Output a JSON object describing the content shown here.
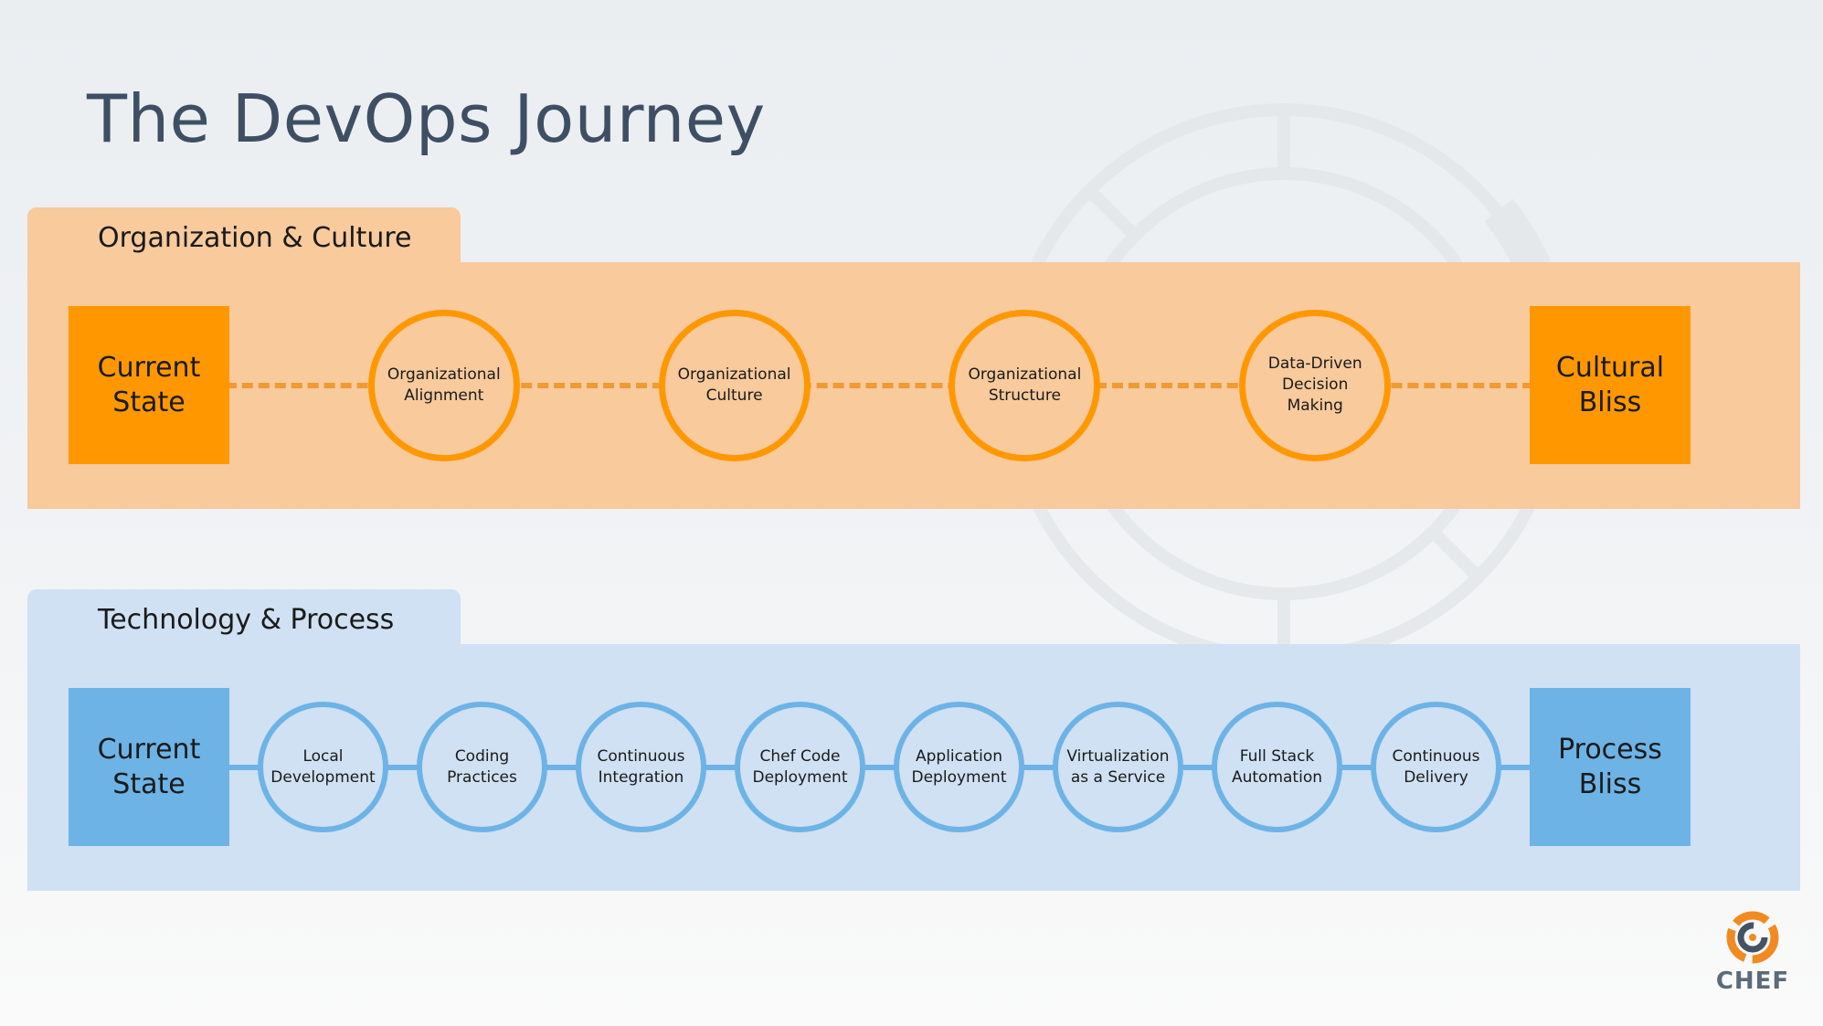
{
  "title": "The DevOps Journey",
  "colors": {
    "culture_accent": "#ff9800",
    "culture_band": "#f8ca9c",
    "tech_accent": "#6db3e5",
    "tech_band": "#cfe1f3",
    "title": "#3f4f63"
  },
  "culture": {
    "heading": "Organization & Culture",
    "start": "Current\nState",
    "steps": [
      "Organizational\nAlignment",
      "Organizational\nCulture",
      "Organizational\nStructure",
      "Data-Driven\nDecision\nMaking"
    ],
    "end": "Cultural\nBliss"
  },
  "tech": {
    "heading": "Technology & Process",
    "start": "Current\nState",
    "steps": [
      "Local\nDevelopment",
      "Coding\nPractices",
      "Continuous\nIntegration",
      "Chef Code\nDeployment",
      "Application\nDeployment",
      "Virtualization\nas a Service",
      "Full Stack\nAutomation",
      "Continuous\nDelivery"
    ],
    "end": "Process\nBliss"
  },
  "logo": {
    "text": "CHEF",
    "icon": "chef-logo-icon"
  }
}
